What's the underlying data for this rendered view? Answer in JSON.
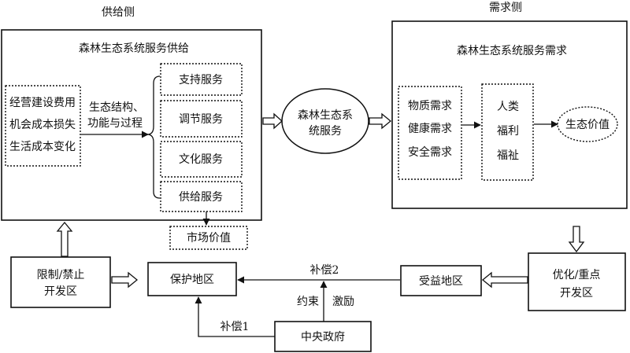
{
  "supply_side": {
    "heading": "供给侧",
    "title": "森林生态系统服务供给",
    "costs": [
      "经营建设费用",
      "机会成本损失",
      "生活成本变化"
    ],
    "process_label": [
      "生态结构、",
      "功能与过程"
    ],
    "services": [
      "支持服务",
      "调节服务",
      "文化服务",
      "供给服务"
    ],
    "market_value": "市场价值"
  },
  "center_node": {
    "lines": [
      "森林生态系",
      "统服务"
    ]
  },
  "demand_side": {
    "heading": "需求侧",
    "title": "森林生态系统服务需求",
    "needs": [
      "物质需求",
      "健康需求",
      "安全需求"
    ],
    "human": [
      "人类",
      "福利",
      "福祉"
    ],
    "eco_value": "生态价值"
  },
  "bottom": {
    "restricted_zone": [
      "限制/禁止",
      "开发区"
    ],
    "protected_area": "保护地区",
    "beneficiary_area": "受益地区",
    "optimized_zone": [
      "优化/重点",
      "开发区"
    ],
    "central_gov": "中央政府",
    "comp1": "补偿1",
    "comp2": "补偿2",
    "constraint": "约束",
    "incentive": "激励"
  }
}
